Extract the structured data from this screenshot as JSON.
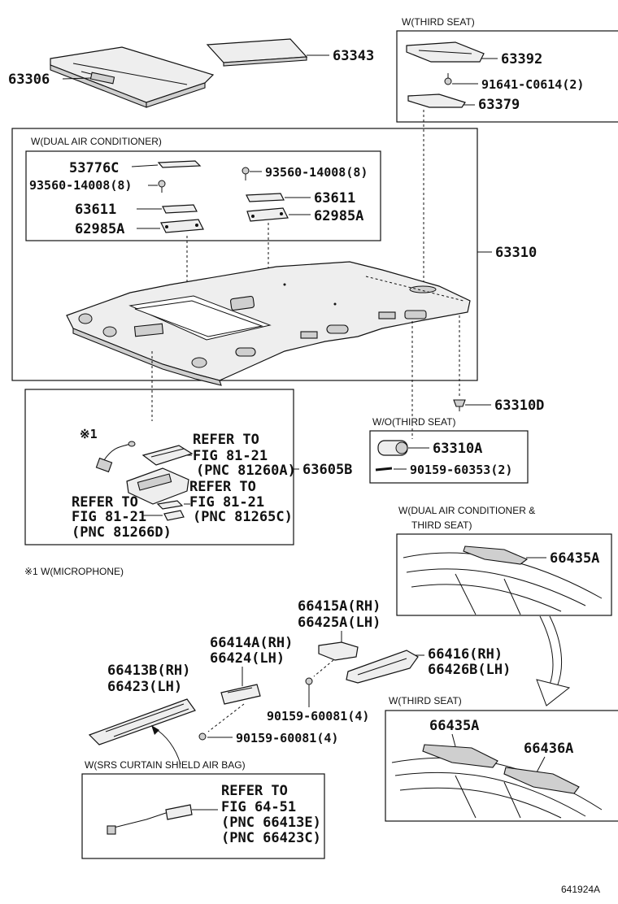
{
  "diagram_id": "641924A",
  "captions": {
    "third_seat_top": "W(THIRD SEAT)",
    "dual_air": "W(DUAL AIR CONDITIONER)",
    "wo_third_seat": "W/O(THIRD SEAT)",
    "dual_air_third_seat_line1": "W(DUAL AIR CONDITIONER &",
    "dual_air_third_seat_line2": "THIRD SEAT)",
    "third_seat_bottom": "W(THIRD SEAT)",
    "srs_airbag": "W(SRS CURTAIN SHIELD AIR BAG)",
    "microphone_note": "※1 W(MICROPHONE)",
    "microphone_mark": "※1"
  },
  "parts": {
    "p63306": "63306",
    "p63343": "63343",
    "p63392": "63392",
    "p91641": "91641-C0614(2)",
    "p63379": "63379",
    "p53776c": "53776C",
    "p93560_right": "93560-14008(8)",
    "p93560_left": "93560-14008(8)",
    "p63611_left": "63611",
    "p63611_right": "63611",
    "p62985a_left": "62985A",
    "p62985a_right": "62985A",
    "p63310": "63310",
    "p63310d": "63310D",
    "p63605b": "63605B",
    "p63310a": "63310A",
    "p90159_60353": "90159-60353(2)",
    "p66435a_top": "66435A",
    "p66415a": "66415A(RH)",
    "p66425a": "66425A(LH)",
    "p66414a": "66414A(RH)",
    "p66424": "66424(LH)",
    "p66416": "66416(RH)",
    "p66426b": "66426B(LH)",
    "p66413b": "66413B(RH)",
    "p66423": "66423(LH)",
    "p90159_60081_a": "90159-60081(4)",
    "p90159_60081_b": "90159-60081(4)",
    "p66435a_bottom": "66435A",
    "p66436a": "66436A"
  },
  "refs": {
    "ref1_l1": "REFER TO",
    "ref1_l2": "FIG 81-21",
    "ref1_l3": "(PNC 81260A)",
    "ref2_l1": "REFER TO",
    "ref2_l2": "FIG 81-21",
    "ref2_l3": "(PNC 81265C)",
    "ref3_l1": "REFER TO",
    "ref3_l2": "FIG 81-21",
    "ref3_l3": "(PNC 81266D)",
    "ref4_l1": "REFER TO",
    "ref4_l2": "FIG 64-51",
    "ref4_l3": "(PNC 66413E)",
    "ref4_l4": "(PNC 66423C)"
  }
}
